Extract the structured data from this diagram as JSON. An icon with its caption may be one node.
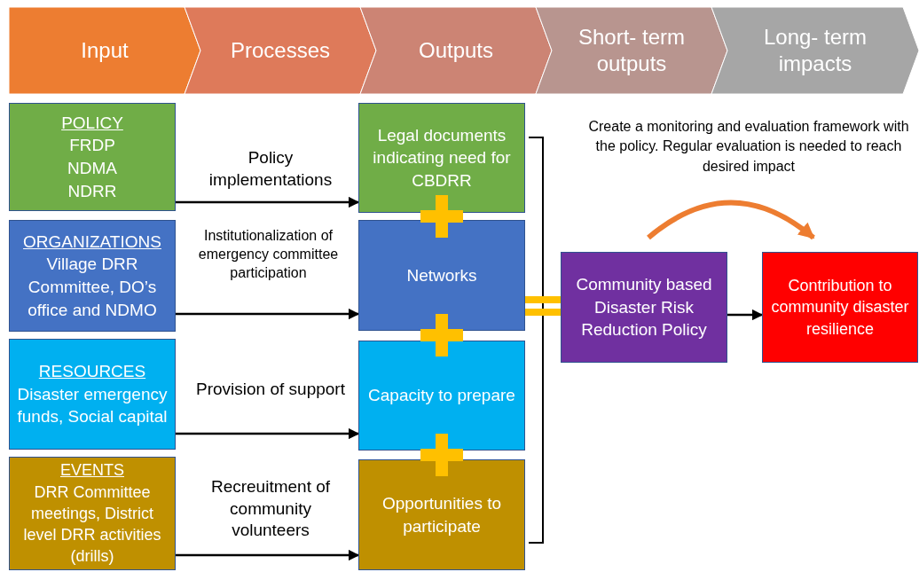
{
  "diagram": {
    "nodes": [
      {
        "text": [
          "Input"
        ]
      },
      {
        "text": [
          "Processes"
        ]
      },
      {
        "text": [
          "Outputs"
        ]
      },
      {
        "text": [
          "Short- term outputs"
        ]
      },
      {
        "text": [
          "Long- term impacts"
        ]
      },
      {
        "text": [
          "POLICY",
          "FRDP",
          "NDMA",
          "NDRR"
        ]
      },
      {
        "text": [
          "ORGANIZATIONS",
          "Village DRR Committee, DO’s office and NDMO"
        ]
      },
      {
        "text": [
          "RESOURCES",
          "Disaster emergency funds, Social capital"
        ]
      },
      {
        "text": [
          "EVENTS",
          "DRR Committee meetings, District level DRR activities (drills)"
        ]
      },
      {
        "text": [
          "Legal documents indicating need for CBDRR"
        ]
      },
      {
        "text": [
          "Networks"
        ]
      },
      {
        "text": [
          "Capacity to prepare"
        ]
      },
      {
        "text": [
          "Opportunities to participate"
        ]
      },
      {
        "text": [
          "Community based Disaster Risk Reduction Policy"
        ]
      },
      {
        "text": [
          "Contribution to community disaster resilience"
        ]
      }
    ],
    "edges": [
      {
        "from": 5,
        "to": 9,
        "arrow": "to",
        "label": "Policy implementations"
      },
      {
        "from": 6,
        "to": 10,
        "arrow": "to",
        "label": "Institutionalization of emergency committee participation"
      },
      {
        "from": 7,
        "to": 11,
        "arrow": "to",
        "label": "Provision of support"
      },
      {
        "from": 8,
        "to": 12,
        "arrow": "to",
        "label": "Recreuitment of community volunteers"
      },
      {
        "from": 13,
        "to": 14,
        "arrow": "to"
      },
      {
        "from": 13,
        "to": 14,
        "arrow": "to",
        "style": "thick",
        "color": "#ed7d31"
      }
    ],
    "labels": [
      "Create a monitoring and evaluation framework with the policy. Regular evaluation is needed to reach desired impact"
    ]
  }
}
